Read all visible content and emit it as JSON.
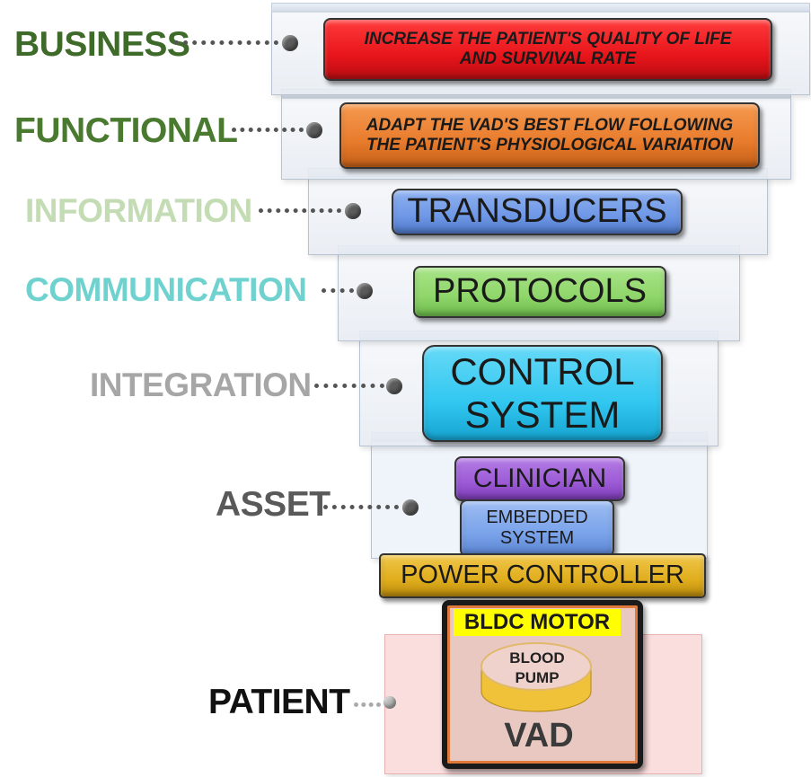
{
  "layers": {
    "business": "BUSINESS",
    "functional": "FUNCTIONAL",
    "information": "INFORMATION",
    "communication": "COMMUNICATION",
    "integration": "INTEGRATION",
    "asset": "ASSET",
    "patient": "PATIENT"
  },
  "boxes": {
    "business_line1": "INCREASE THE PATIENT'S QUALITY OF LIFE",
    "business_line2": "AND SURVIVAL RATE",
    "functional_line1": "ADAPT THE VAD'S BEST FLOW FOLLOWING",
    "functional_line2": "THE PATIENT'S PHYSIOLOGICAL VARIATION",
    "transducers": "TRANSDUCERS",
    "protocols": "PROTOCOLS",
    "control_line1": "CONTROL",
    "control_line2": "SYSTEM",
    "clinician": "CLINICIAN",
    "embedded_line1": "EMBEDDED",
    "embedded_line2": "SYSTEM",
    "power_controller": "POWER CONTROLLER",
    "bldc_motor": "BLDC MOTOR",
    "blood_pump_line1": "BLOOD",
    "blood_pump_line2": "PUMP",
    "vad": "VAD"
  },
  "colors": {
    "business_label": "#3f6b2a",
    "functional_label": "#4a7a30",
    "information_label": "#c4dcb4",
    "communication_label": "#6fd2cf",
    "integration_label": "#a6a6a6",
    "asset_label": "#595959",
    "patient_label": "#111111",
    "business_box": "#e8151b",
    "functional_box": "#e87b2c",
    "transducers_box": "#6e97e6",
    "protocols_box": "#8fd66a",
    "control_box": "#31c7f0",
    "clinician_box": "#9c5ad6",
    "embedded_box": "#7aa3ea",
    "power_box": "#e0ad1c",
    "bldc_label_bg": "#ffff00",
    "vad_bg": "#e9c8c2",
    "pump_fill": "#f2c84a",
    "patient_plane": "#f7d4d4"
  }
}
